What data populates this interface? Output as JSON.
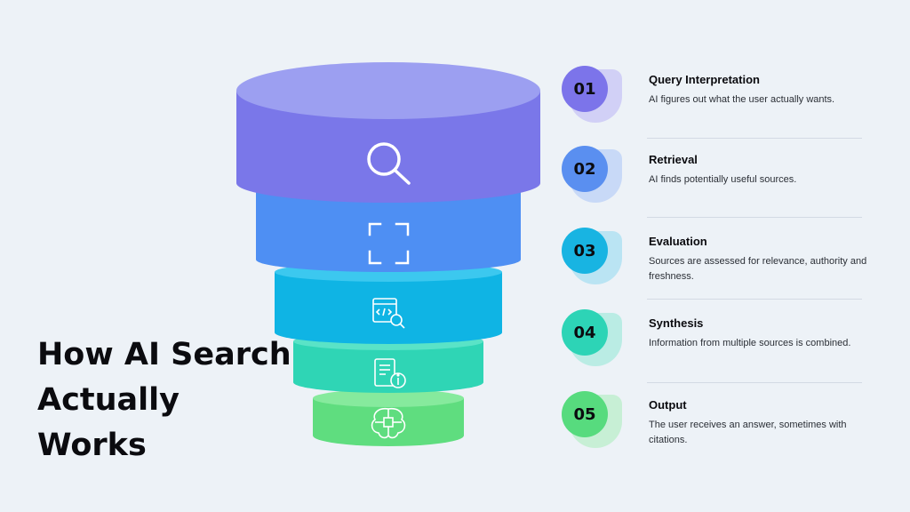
{
  "title_lines": [
    "How AI Search",
    "Actually",
    "Works"
  ],
  "steps": [
    {
      "number": "01",
      "title": "Query Interpretation",
      "description": "AI figures out what the user actually wants.",
      "color": "#7c74ea",
      "icon": "search-icon"
    },
    {
      "number": "02",
      "title": "Retrieval",
      "description": "AI finds potentially useful sources.",
      "color": "#5a8ff0",
      "icon": "scan-frame-icon"
    },
    {
      "number": "03",
      "title": "Evaluation",
      "description": "Sources are assessed for relevance, authority and freshness.",
      "color": "#18b4e2",
      "icon": "code-review-icon"
    },
    {
      "number": "04",
      "title": "Synthesis",
      "description": "Information from multiple sources is combined.",
      "color": "#2dd4b6",
      "icon": "document-info-icon"
    },
    {
      "number": "05",
      "title": "Output",
      "description": "The user receives an answer, sometimes with citations.",
      "color": "#57db7e",
      "icon": "brain-chip-icon"
    }
  ]
}
